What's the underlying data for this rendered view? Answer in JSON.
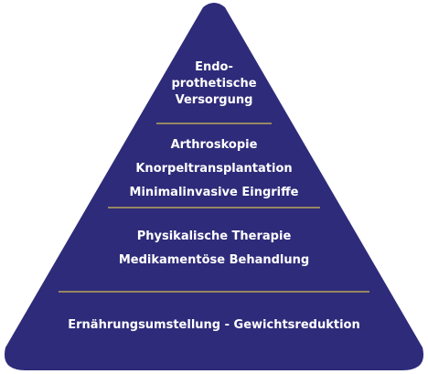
{
  "colors": {
    "pyramid_fill": "#2e2b7a",
    "divider": "#b8a55a",
    "text": "#ffffff"
  },
  "tiers": [
    {
      "lines": [
        "Endo-",
        "prothetische",
        "Versorgung"
      ]
    },
    {
      "lines": [
        "Arthroskopie",
        "Knorpeltransplantation",
        "Minimalinvasive Eingriffe"
      ]
    },
    {
      "lines": [
        "Physikalische Therapie",
        "Medikamentöse Behandlung"
      ]
    },
    {
      "lines": [
        "Ernährungsumstellung - Gewichtsreduktion"
      ]
    }
  ]
}
